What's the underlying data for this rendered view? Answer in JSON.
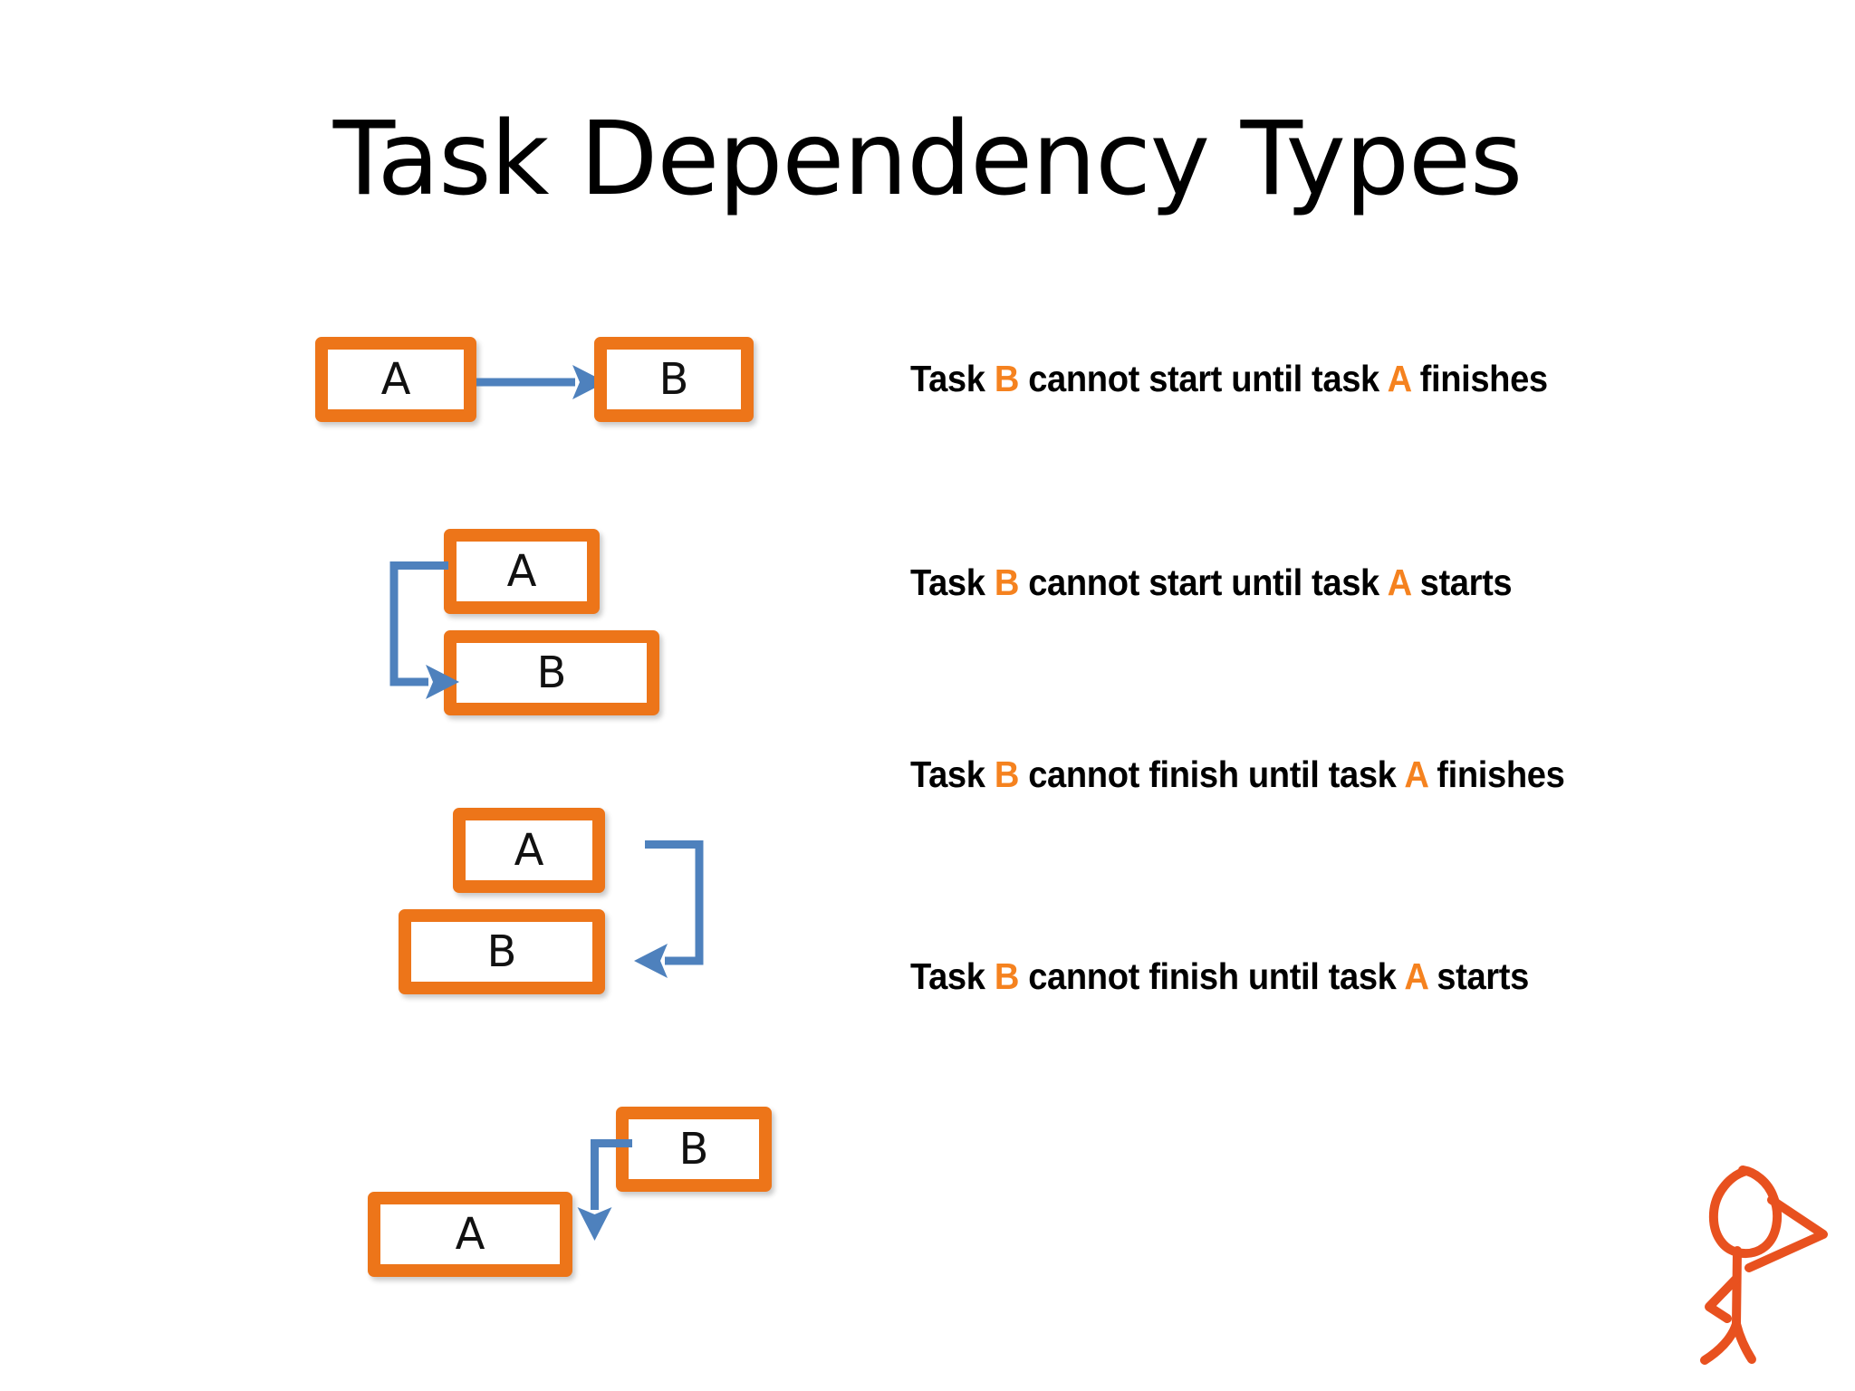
{
  "slide": {
    "title": "Task Dependency Types",
    "background_color": "#FFFFFF",
    "accent_color": "#ED7519",
    "highlight_color": "#F5821F",
    "arrow_color": "#4E81BD"
  },
  "rows": [
    {
      "id": "finish-to-start",
      "boxes": [
        {
          "label": "A",
          "name": "task-box-a"
        },
        {
          "label": "B",
          "name": "task-box-b"
        }
      ],
      "description": {
        "prefix": "Task ",
        "first_task": "B",
        "middle": " cannot start until task ",
        "second_task": "A",
        "suffix": " finishes",
        "full_text": "Task B cannot start until task A finishes"
      }
    },
    {
      "id": "start-to-start",
      "boxes": [
        {
          "label": "A",
          "name": "task-box-a"
        },
        {
          "label": "B",
          "name": "task-box-b"
        }
      ],
      "description": {
        "prefix": "Task ",
        "first_task": "B",
        "middle": " cannot start until task ",
        "second_task": "A",
        "suffix": " starts",
        "full_text": "Task B cannot start until task A starts"
      }
    },
    {
      "id": "finish-to-finish",
      "boxes": [
        {
          "label": "A",
          "name": "task-box-a"
        },
        {
          "label": "B",
          "name": "task-box-b"
        }
      ],
      "description": {
        "prefix": "Task ",
        "first_task": "B",
        "middle": " cannot finish until task ",
        "second_task": "A",
        "suffix": " finishes",
        "full_text": "Task B cannot finish until task A finishes"
      }
    },
    {
      "id": "start-to-finish",
      "boxes": [
        {
          "label": "B",
          "name": "task-box-b"
        },
        {
          "label": "A",
          "name": "task-box-a"
        }
      ],
      "description": {
        "prefix": "Task ",
        "first_task": "B",
        "middle": " cannot finish until task ",
        "second_task": "A",
        "suffix": " starts",
        "full_text": "Task B cannot finish until task A starts"
      }
    }
  ],
  "decoration": {
    "stick_figure": "hand-drawn orange stick figure with hands on hips"
  }
}
